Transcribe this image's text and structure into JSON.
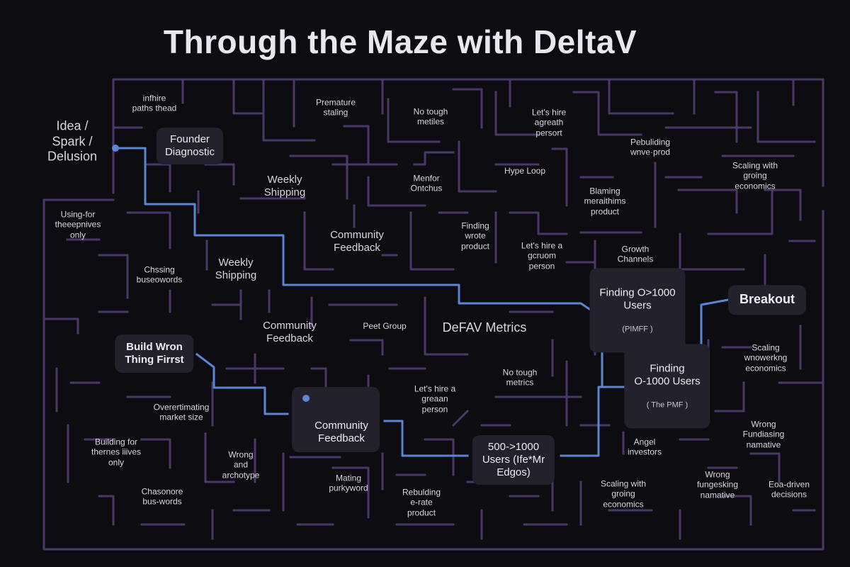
{
  "title": "Through the Maze with DeltaV",
  "colors": {
    "background": "#0d0c10",
    "maze_wall": "#4a3869",
    "path": "#5a86d4",
    "node_fill": "#23222c",
    "text": "#d8d6df"
  },
  "start_label": "Idea /\nSpark /\nDelusion",
  "nodes": {
    "founder_diagnostic": "Founder\nDiagnostic",
    "build_wrong": "Build Wron\nThing Firrst",
    "community_feedback_path": "Community\nFeedback",
    "users_500_1000": "500->1000\nUsers (Ife*Mr\nEdgos)",
    "finding_users_pmff": {
      "main": "Finding O>1000\nUsers",
      "sub": "(PIMFF )"
    },
    "finding_users_pmf": {
      "main": "Finding\nO-1000 Users",
      "sub": "( The PMF )"
    },
    "breakout": "Breakout"
  },
  "labels": {
    "infhire": "infhire\npaths thead",
    "premature_scaling": "Premature\nstaling",
    "no_tough_metrics_top": "No tough\nmetiles",
    "lets_hire_top": "Let's hire\nagreath\npersort",
    "rebuilding_top": "Pebuliding\nwnve·prod",
    "scaling_top_right": "Scaling with\ngroing\neconomics",
    "weekly_shipping_1": "Weekly\nShipping",
    "menfor": "Menfor\nOntchus",
    "hype_loop": "Hype Loop",
    "blaming": "Blaming\nmeraithims\nproduct",
    "using_for": "Using-for\ntheeepnives\nonly",
    "community_feedback_1": "Community\nFeedback",
    "finding_wrong": "Finding\nwrote\nproduct",
    "lets_hire_mid": "Let's hire a\ngcruom\nperson",
    "growth_channels": "Growth\nChannels",
    "chasing_buzzwords": "Chssing\nbuseowords",
    "weekly_shipping_2": "Weekly\nShipping",
    "community_feedback_2": "Community\nFeedback",
    "peer_group": "Peet Group",
    "defav_metrics": "DeFAV Metrics",
    "scaling_mid_right": "Scaling\nwnowerkng\neconomics",
    "no_tough_metrics_mid": "No tough\nmetrics",
    "lets_hire_low": "Let's hire a\ngreaan\nperson",
    "overestimating": "Overertimating\nmarket size",
    "building_for": "Building for\nthernes iiives\nonly",
    "wrong_archetype": "Wrong\nand\narchotype",
    "angel_investors": "Angel\ninvestors",
    "wrong_fundraising": "Wrong\nFundiasing\nnamative",
    "mating_buzzword": "Mating\npurkyword",
    "chasonore": "Chasonore\nbus-words",
    "rebuilding_low": "Rebulding\ne-rate\nproduct",
    "scaling_bottom": "Scaling with\ngroing\neconomics",
    "wrong_fundraising_2": "Wrong\nfungesking\nnamative",
    "ego_driven": "Eoa-driven\ndecisions"
  }
}
